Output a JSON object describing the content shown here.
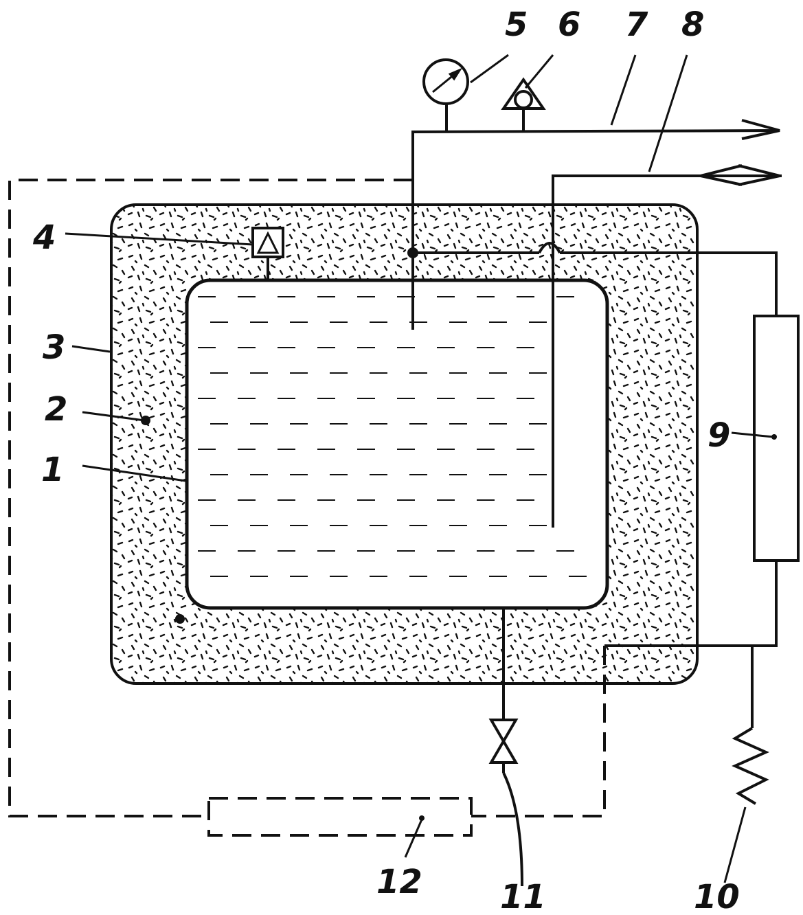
{
  "diagram": {
    "labels": {
      "l1": "1",
      "l2": "2",
      "l3": "3",
      "l4": "4",
      "l5": "5",
      "l6": "6",
      "l7": "7",
      "l8": "8",
      "l9": "9",
      "l10": "10",
      "l11": "11",
      "l12": "12"
    },
    "colors": {
      "ink": "#111111",
      "paper": "#ffffff"
    }
  }
}
